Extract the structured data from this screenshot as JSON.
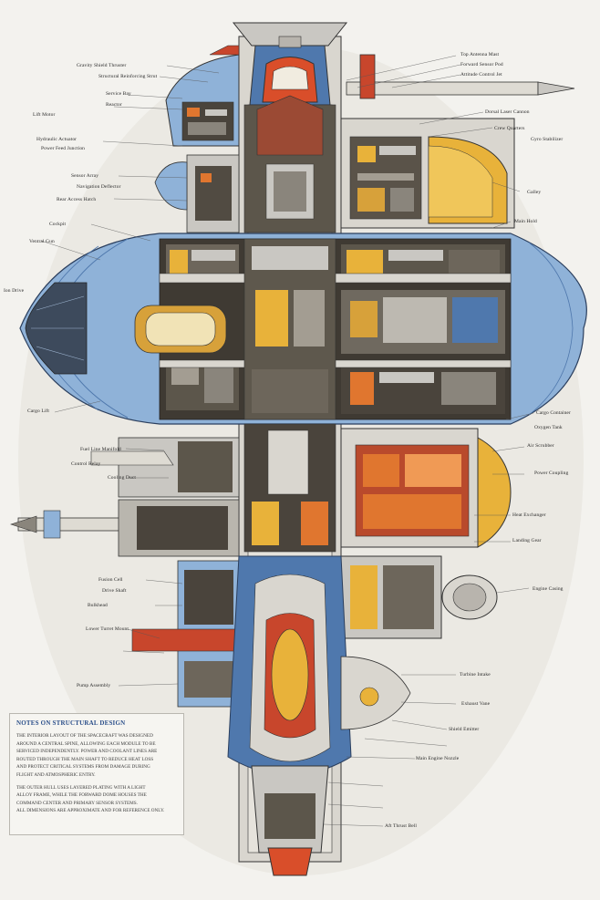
{
  "diagram": {
    "labels_left": [
      "Gravity Shield Thruster",
      "Structural Reinforcing Strut",
      "Service Bay",
      "Reactor",
      "Lift Motor",
      "Hydraulic Actuator",
      "Power Feed Junction",
      "Sensor Array",
      "Navigation Deflector",
      "Rear Access Hatch",
      "Cockpit",
      "Ventral Gun",
      "Ion Drive",
      "Cargo Lift",
      "Fuel Line Manifold",
      "Control Relay",
      "Cooling Duct",
      "Fusion Cell",
      "Drive Shaft",
      "Bulkhead",
      "Lower Turret Mount",
      "Pump Assembly"
    ],
    "labels_right": [
      "Top Antenna Mast",
      "Forward Sensor Pod",
      "Attitude Control Jet",
      "Dorsal Laser Cannon",
      "Crew Quarters",
      "Gyro Stabilizer",
      "Galley",
      "Main Hold",
      "Cargo Container",
      "Oxygen Tank",
      "Air Scrubber",
      "Power Coupling",
      "Heat Exchanger",
      "Landing Gear",
      "Engine Casing",
      "Turbine Intake",
      "Exhaust Vane",
      "Shield Emitter",
      "Main Engine Nozzle",
      "Aft Thrust Bell"
    ],
    "legend": {
      "title": "NOTES ON STRUCTURAL DESIGN",
      "lines": [
        "THE INTERIOR LAYOUT OF THE SPACECRAFT WAS DESIGNED",
        "AROUND A CENTRAL SPINE, ALLOWING EACH MODULE TO BE",
        "SERVICED INDEPENDENTLY. POWER AND COOLANT LINES ARE",
        "ROUTED THROUGH THE MAIN SHAFT TO REDUCE HEAT LOSS",
        "AND PROTECT CRITICAL SYSTEMS FROM DAMAGE DURING",
        "FLIGHT AND ATMOSPHERIC ENTRY.",
        "",
        "THE OUTER HULL USES LAYERED PLATING WITH A LIGHT",
        "ALLOY FRAME, WHILE THE FORWARD DOME HOUSES THE",
        "COMMAND CENTER AND PRIMARY SENSOR SYSTEMS.",
        "ALL DIMENSIONS ARE APPROXIMATE AND FOR REFERENCE ONLY."
      ]
    }
  },
  "colors": {
    "hull_blue": "#8fb2d8",
    "hull_blue_dark": "#4f78ad",
    "accent_orange": "#e0762f",
    "accent_red": "#c8462c",
    "accent_yellow": "#e8b23a",
    "interior_dark": "#3f3a33",
    "metal": "#c9c7c2",
    "ink": "#2a2a2a",
    "paper": "#f3f2ee"
  }
}
